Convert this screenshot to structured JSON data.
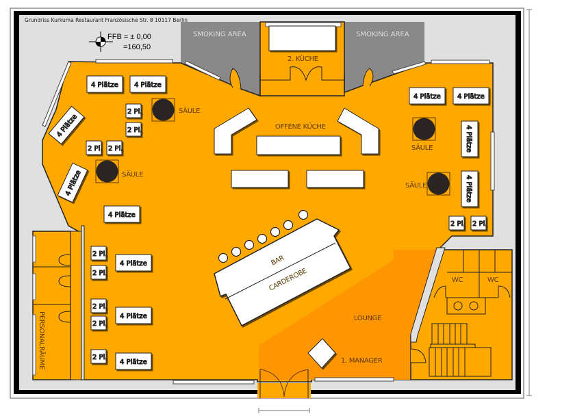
{
  "title": "Grundriss Kurkuma Restaurant Französische Str. 8 10117 Berlin",
  "level_marker": {
    "line1": "FFB = ± 0,00",
    "line2": "=160,50"
  },
  "colors": {
    "floor": "#ffa800",
    "lounge": "#ff9500",
    "smoking": "#898989",
    "outside": "#e0e0e0",
    "wall": "#000000",
    "furniture": "#ffffff",
    "pillar": "#2b2424"
  },
  "rooms": {
    "smoking_left": "SMOKING AREA",
    "smoking_right": "SMOKING AREA",
    "kitchen2": "2. KÜCHE",
    "open_kitchen": "OFFENE KÜCHE",
    "lounge": "LOUNGE",
    "manager": "1. MANAGER",
    "staff": "PERSONALRÄUME",
    "wc_left": "WC",
    "wc_right": "WC",
    "bar": "BAR",
    "cloakroom": "CARDEROBE"
  },
  "pillars": [
    {
      "label": "SÄULE"
    },
    {
      "label": "SÄULE"
    },
    {
      "label": "SÄULE"
    },
    {
      "label": "SÄULE"
    }
  ],
  "tables": {
    "four": "4 Plätze",
    "two": "2 Pl."
  }
}
